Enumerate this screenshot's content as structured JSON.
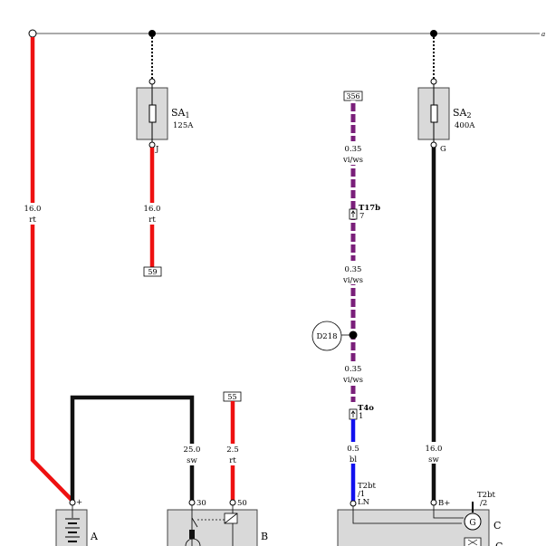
{
  "terminals": {
    "t356": "356",
    "t59": "59",
    "t55": "55"
  },
  "fuses": {
    "sa1": {
      "name": "SA",
      "sub": "1",
      "rating": "125A",
      "pin": "J"
    },
    "sa2": {
      "name": "SA",
      "sub": "2",
      "rating": "400A",
      "pin": "G"
    }
  },
  "wires": {
    "battery_main": {
      "gauge": "16.0",
      "color": "rt"
    },
    "sa1_out": {
      "gauge": "16.0",
      "color": "rt"
    },
    "sa2_out": {
      "gauge": "16.0",
      "color": "sw"
    },
    "ground": {
      "gauge": "25.0",
      "color": "sw"
    },
    "relay_in": {
      "gauge": "2.5",
      "color": "rt"
    },
    "sig_1": {
      "gauge": "0.35",
      "color": "vi/ws"
    },
    "sig_2": {
      "gauge": "0.35",
      "color": "vi/ws"
    },
    "sig_3": {
      "gauge": "0.35",
      "color": "vi/ws"
    },
    "sig_4": {
      "gauge": "0.5",
      "color": "bl"
    }
  },
  "connectors": {
    "t17b": {
      "name": "T17b",
      "pin": "7"
    },
    "t4o": {
      "name": "T4o",
      "pin": "1"
    },
    "t2bt_1": {
      "name": "T2bt",
      "pin": "/1"
    },
    "t2bt_2": {
      "name": "T2bt",
      "pin": "/2"
    }
  },
  "pins": {
    "plus": "+",
    "p30": "30",
    "p50": "50",
    "ln": "LN",
    "bplus": "B+"
  },
  "components": {
    "a": "A",
    "b": "B",
    "c": "C",
    "c2": "C",
    "d218": "D218",
    "g": "G",
    "arrow": "a"
  },
  "colors": {
    "red": "#ee1111",
    "black": "#111111",
    "blue": "#1111ee",
    "violet": "#7a1f7a",
    "white": "#ffffff",
    "gray_fill": "#d9d9d9"
  }
}
